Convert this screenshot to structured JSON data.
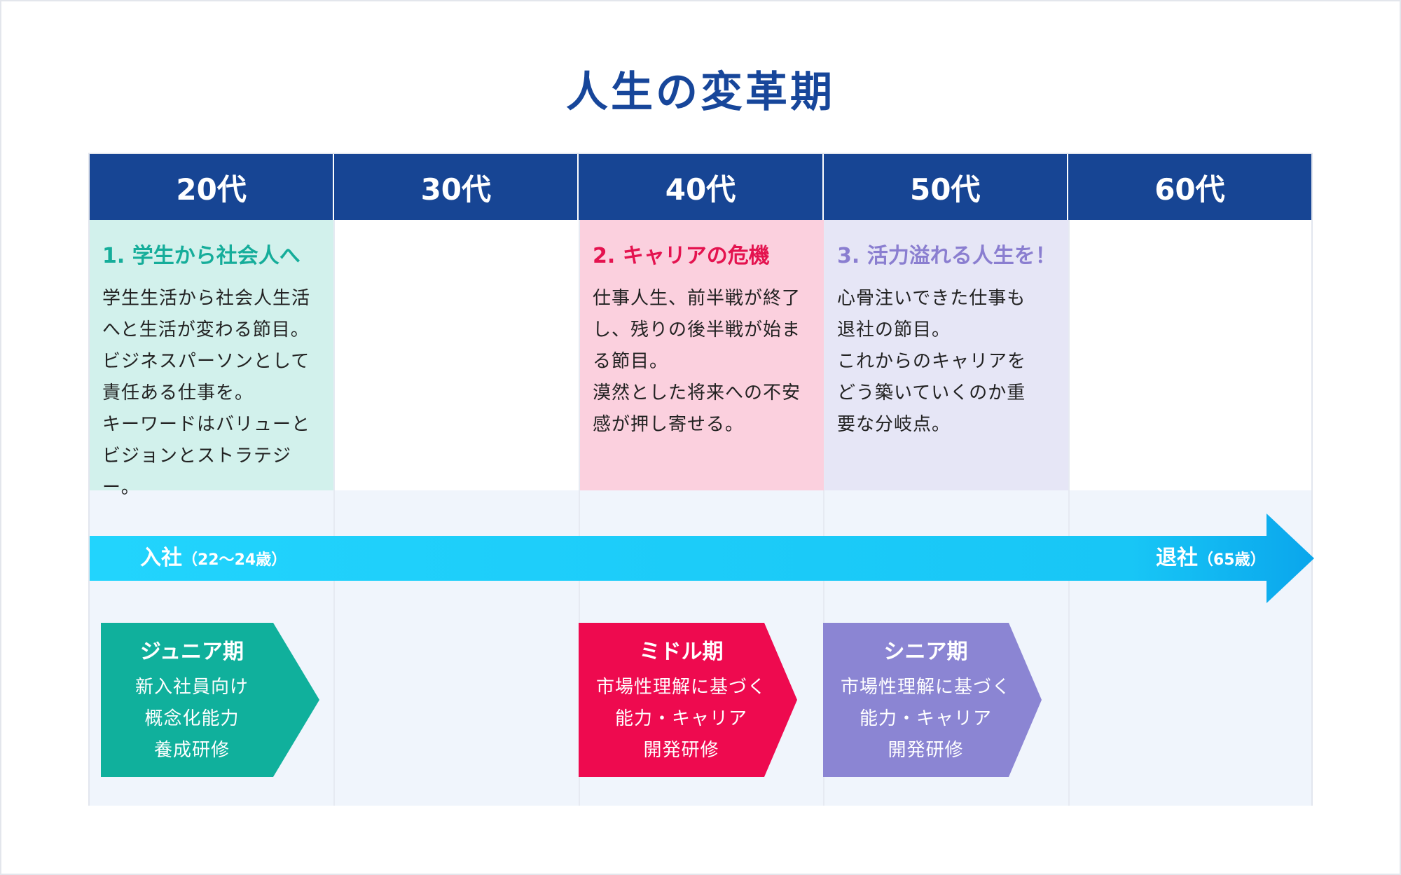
{
  "title": "人生の変革期",
  "decades": [
    "20代",
    "30代",
    "40代",
    "50代",
    "60代"
  ],
  "cards": [
    {
      "heading": "1. 学生から社会人へ",
      "body": "学生生活から社会人生活\nへと生活が変わる節目。\nビジネスパーソンとして\n責任ある仕事を。\nキーワードはバリューと\nビジョンとストラテジー。"
    },
    {
      "heading": "2. キャリアの危機",
      "body": "仕事人生、前半戦が終了\nし、残りの後半戦が始ま\nる節目。\n漠然とした将来への不安\n感が押し寄せる。"
    },
    {
      "heading": "3. 活力溢れる人生を！",
      "body": "心骨注いできた仕事も\n退社の節目。\nこれからのキャリアを\nどう築いていくのか重\n要な分岐点。"
    }
  ],
  "timeline": {
    "start_label": "入社",
    "start_sub": "（22〜24歳）",
    "end_label": "退社",
    "end_sub": "（65歳）"
  },
  "phases": [
    {
      "title": "ジュニア期",
      "body": "新入社員向け\n概念化能力\n養成研修"
    },
    {
      "title": "ミドル期",
      "body": "市場性理解に基づく\n能力・キャリア\n開発研修"
    },
    {
      "title": "シニア期",
      "body": "市場性理解に基づく\n能力・キャリア\n開発研修"
    }
  ],
  "colors": {
    "header": "#174594",
    "junior": "#10b09c",
    "middle": "#ee0a4f",
    "senior": "#8b85d3",
    "arrow": "#1dd0fb"
  }
}
